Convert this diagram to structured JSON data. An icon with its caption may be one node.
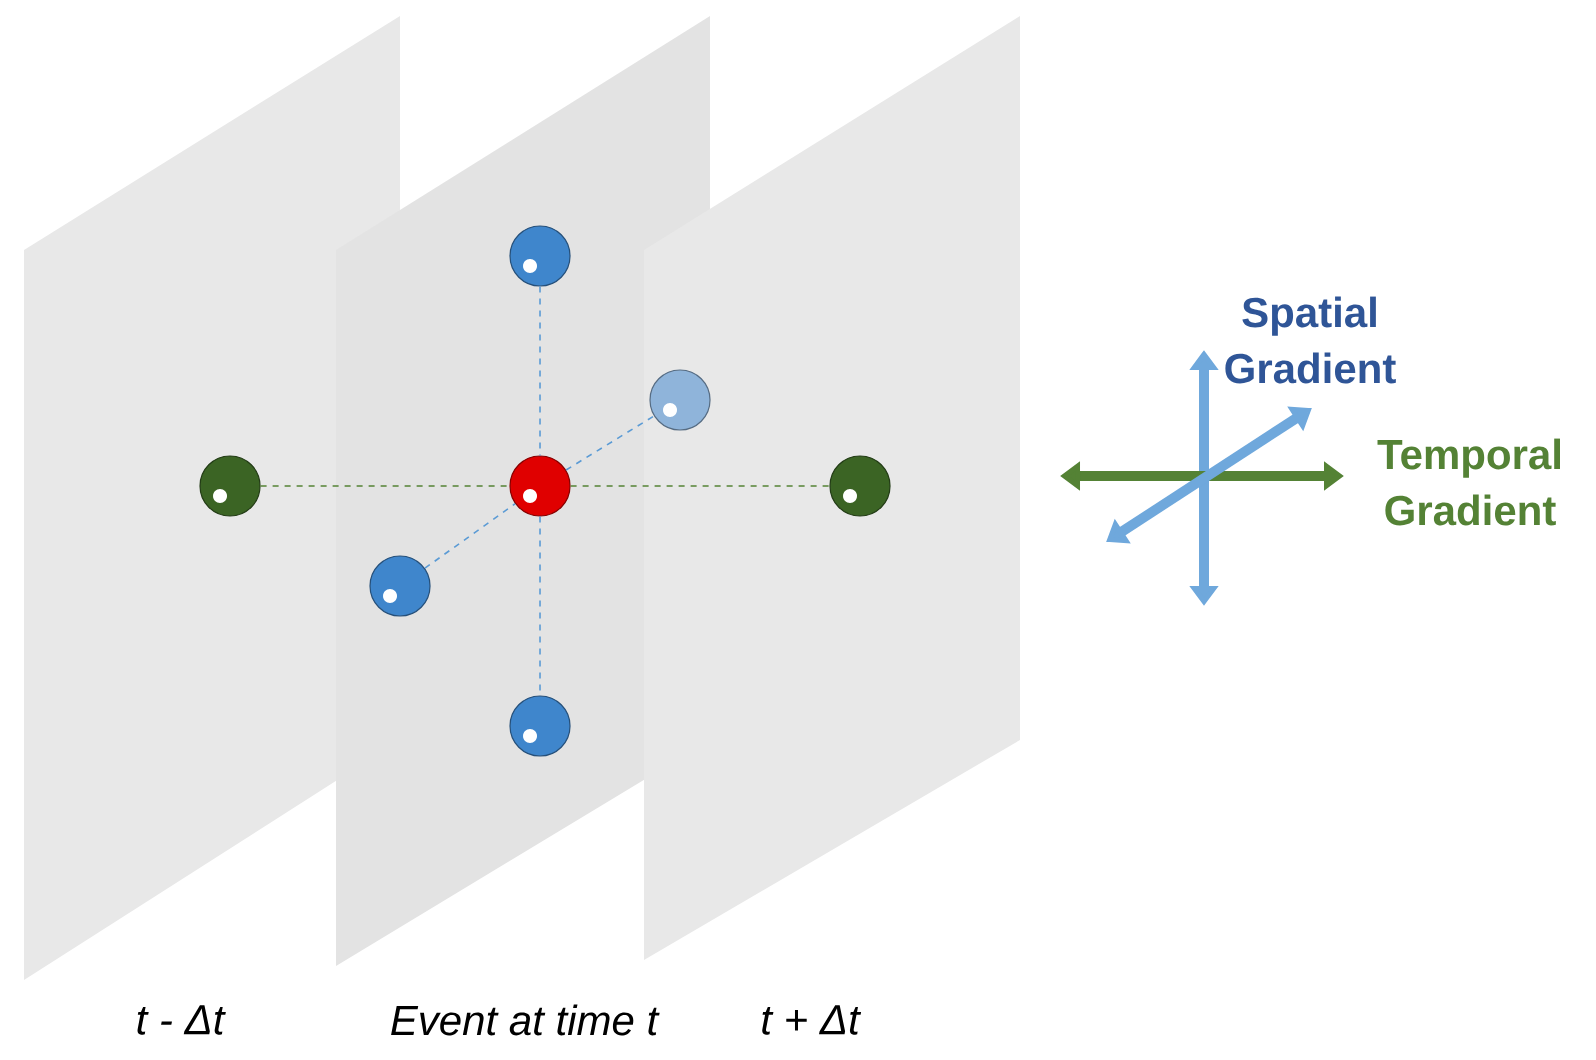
{
  "diagram": {
    "nodes": [
      {
        "text": [],
        "shape": "circle"
      },
      {
        "text": [],
        "shape": "circle"
      },
      {
        "text": [],
        "shape": "circle"
      },
      {
        "text": [],
        "shape": "circle"
      },
      {
        "text": [],
        "shape": "circle"
      },
      {
        "text": [],
        "shape": "circle"
      },
      {
        "text": [],
        "shape": "circle"
      }
    ],
    "edges": [
      {
        "from": 0,
        "to": 3,
        "arrow": "none",
        "style": "dashed"
      },
      {
        "from": 3,
        "to": 6,
        "arrow": "none",
        "style": "dashed"
      },
      {
        "from": 5,
        "to": 3,
        "arrow": "none",
        "style": "dashed"
      },
      {
        "from": 3,
        "to": 1,
        "arrow": "none",
        "style": "dashed"
      },
      {
        "from": 2,
        "to": 3,
        "arrow": "none",
        "style": "dashed",
        "color": "#548235"
      },
      {
        "from": 3,
        "to": 4,
        "arrow": "none",
        "style": "dashed",
        "color": "#548235"
      }
    ],
    "labels": [
      "Spatial Gradient",
      "Temporal Gradient",
      "t - Δt",
      "Event at time t",
      "t + Δt"
    ]
  }
}
